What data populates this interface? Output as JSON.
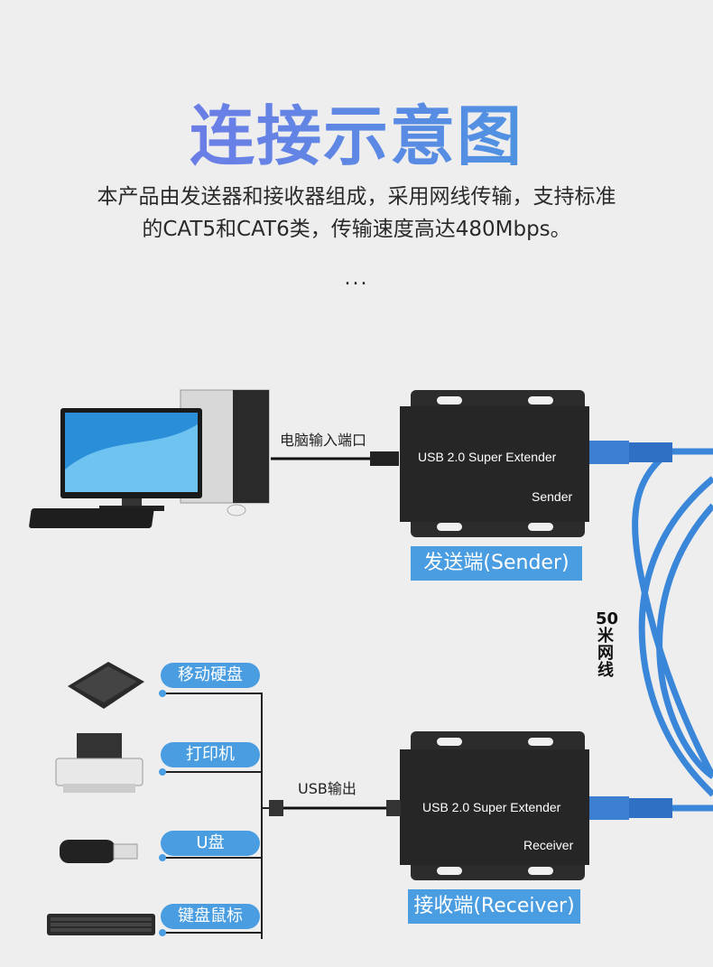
{
  "title": "连接示意图",
  "description": [
    "本产品由发送器和接收器组成，采用网线传输，支持标准",
    "的CAT5和CAT6类，传输速度高达480Mbps。"
  ],
  "dots": "...",
  "sender": {
    "port_label": "电脑输入端口",
    "box_title": "USB 2.0  Super Extender",
    "box_name": "Sender",
    "tag": "发送端(Sender)"
  },
  "cable_length": "50米网线",
  "receiver": {
    "port_label": "USB输出",
    "box_title": "USB 2.0  Super Extender",
    "box_name": "Receiver",
    "tag": "接收端(Receiver)"
  },
  "devices": [
    "移动硬盘",
    "打印机",
    "U盘",
    "键盘鼠标"
  ],
  "colors": {
    "accent": "#4a9de0",
    "cable": "#3a86d8",
    "device": "#222222"
  }
}
